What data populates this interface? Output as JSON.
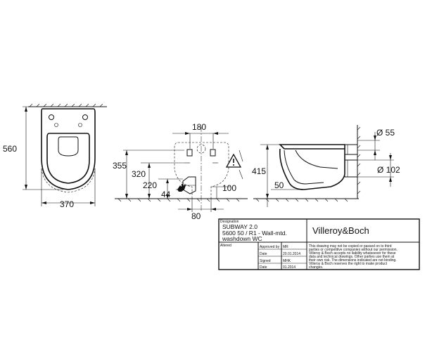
{
  "dimensions": {
    "front_height": "560",
    "front_width": "370",
    "fixing_spacing": "180",
    "height_355": "355",
    "height_320": "320",
    "height_220": "220",
    "dim_44": "44",
    "dim_100": "100",
    "dim_80": "80",
    "side_height": "415",
    "side_offset": "50",
    "dia_55": "Ø 55",
    "dia_102": "Ø 102"
  },
  "title_block": {
    "designation_label": "Designation",
    "product": "SUBWAY 2.0",
    "description_line1": "5600 50 / R1 - Wall-mtd.",
    "description_line2": "washdown WC",
    "brand": "Villeroy&Boch",
    "altered_label": "Altered",
    "approved_label": "Approved by",
    "approved_value": "MR",
    "date_label": "Date",
    "date_value_1": "20.01.2014",
    "signed_label": "Signed",
    "signed_value": "MHK",
    "date_value_2": "01.2014",
    "notice_line1": "This drawing may not be copied or passed on to third",
    "notice_line2": "parties or competitive companies without our permission.",
    "notice_line3": "Villeroy & Boch accepts no liability whatsoever for these",
    "notice_line4": "data and technical drawings. Other parties use them at",
    "notice_line5": "their own risk. The dimensions indicated are not binding.",
    "notice_line6": "Villeroy & Boch reserves the right to make product",
    "notice_line7": "changes."
  },
  "icons": [
    "warning-triangle-icon",
    "hand-icon"
  ],
  "colors": {
    "line": "#111111",
    "background": "#ffffff"
  }
}
